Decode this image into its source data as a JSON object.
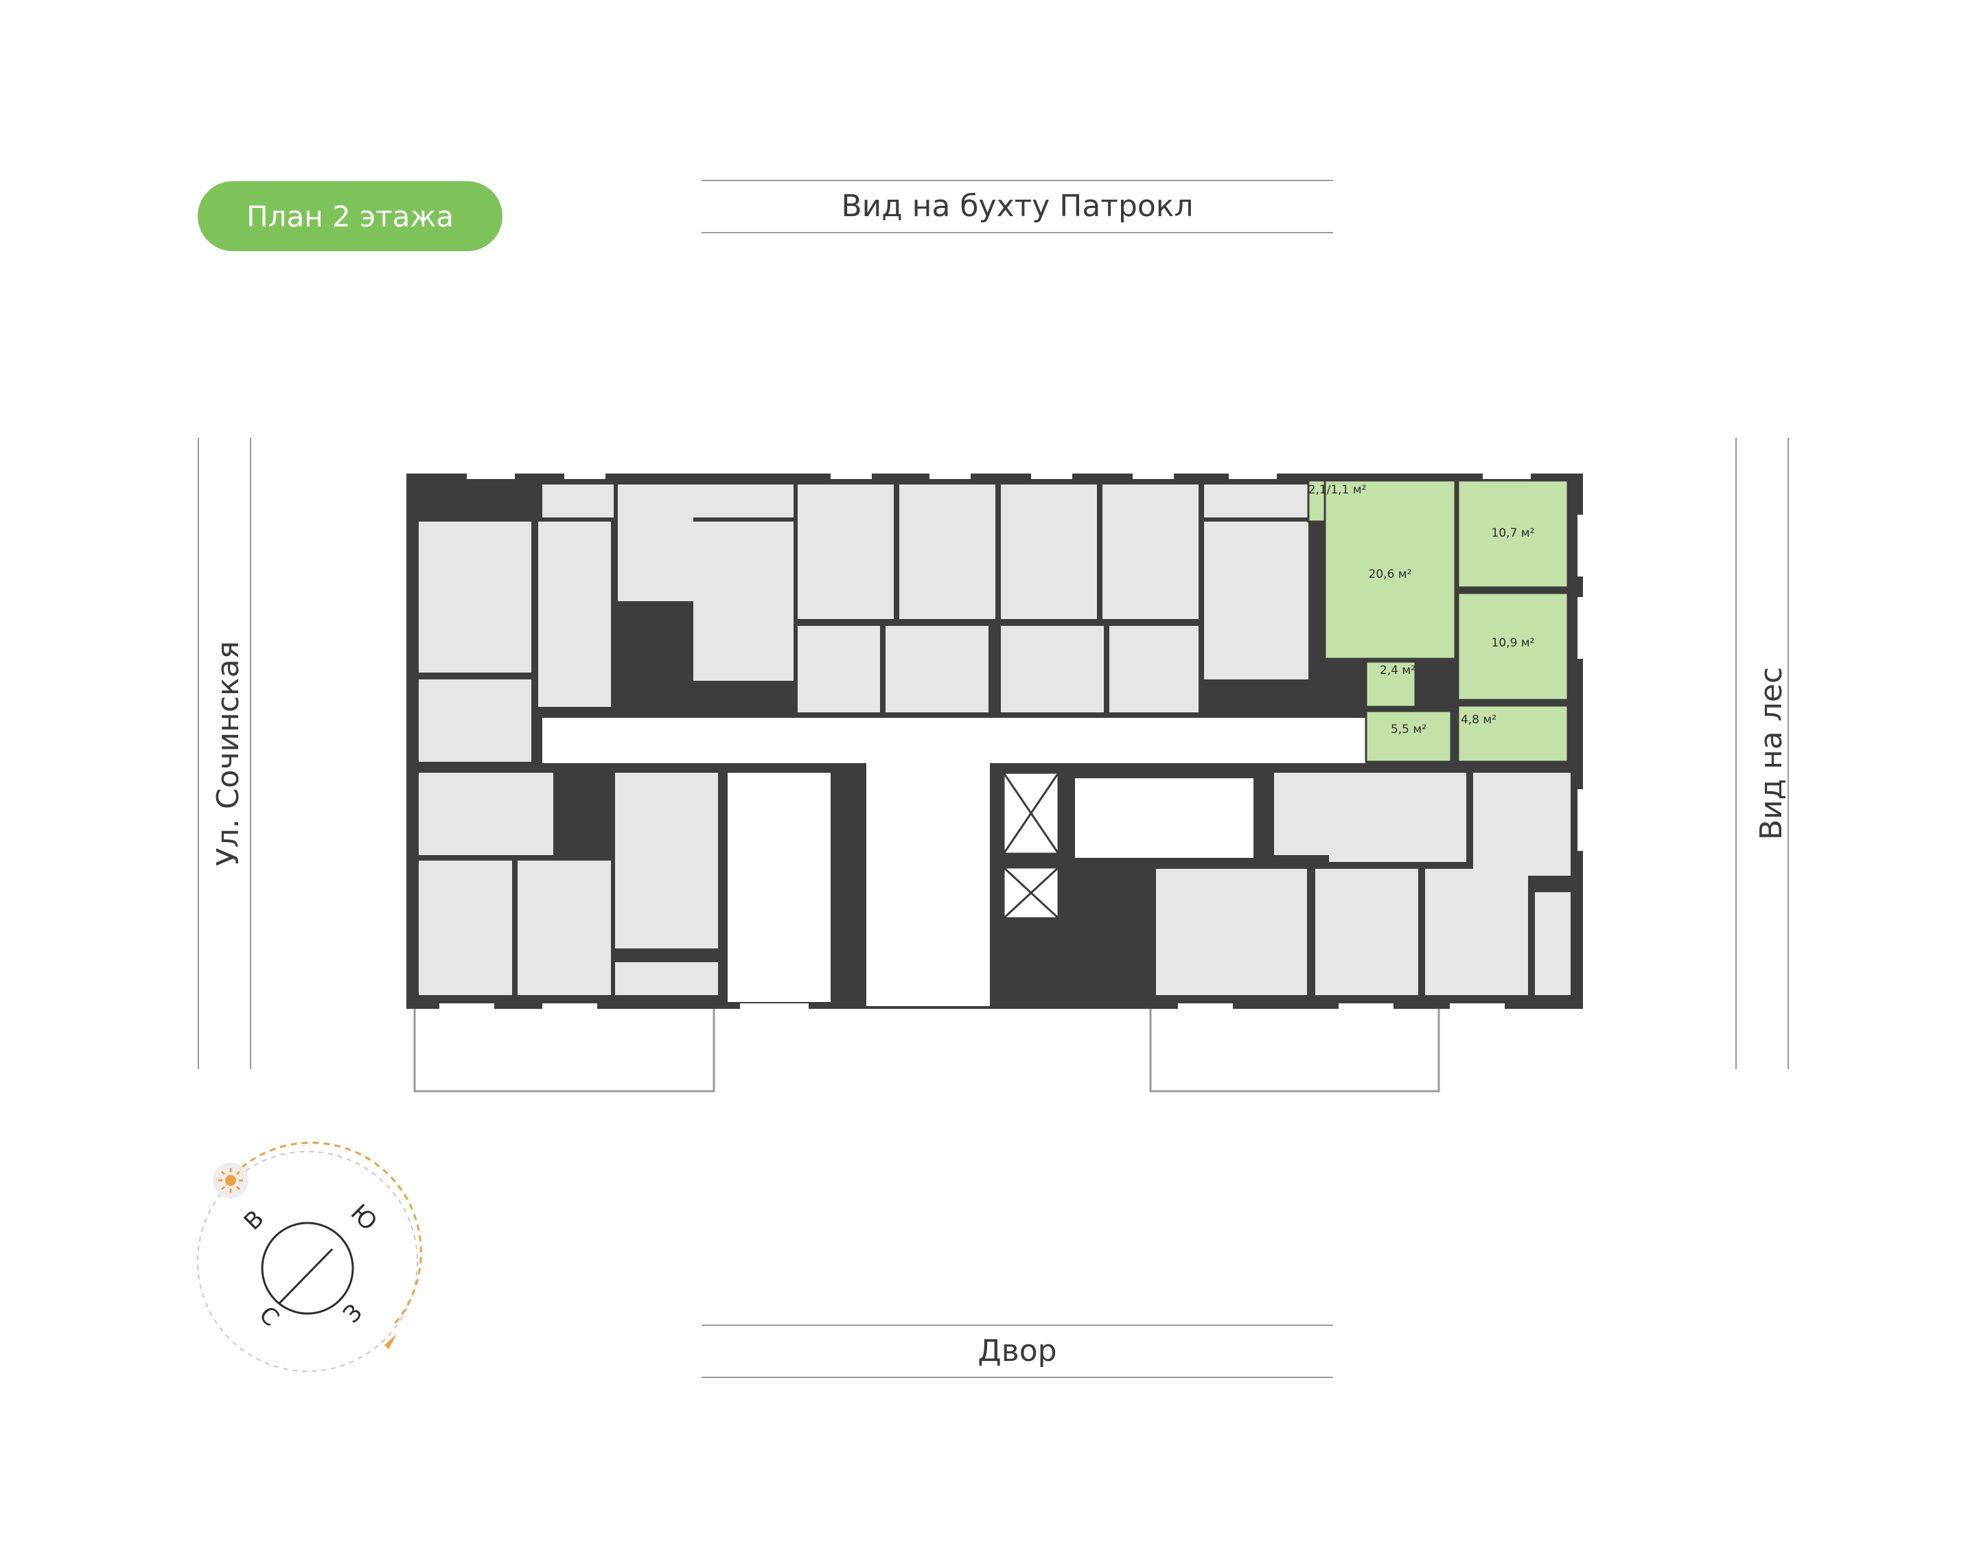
{
  "floor_badge": "План 2 этажа",
  "views": {
    "top": "Вид на бухту Патрокл",
    "bottom": "Двор",
    "left": "Ул. Сочинская",
    "right": "Вид на лес"
  },
  "compass": {
    "east": "В",
    "south": "Ю",
    "north": "С",
    "west": "З"
  },
  "highlighted_apartment": {
    "color": "#c4e2a8",
    "rooms": [
      {
        "area": "2,1/1,1 м²"
      },
      {
        "area": "20,6 м²"
      },
      {
        "area": "10,7 м²"
      },
      {
        "area": "10,9 м²"
      },
      {
        "area": "2,4 м²"
      },
      {
        "area": "5,5 м²"
      },
      {
        "area": "4,8 м²"
      }
    ]
  },
  "colors": {
    "badge": "#7dc35a",
    "walls": "#3d3d3d",
    "rooms": "#e6e6e6",
    "highlight": "#c4e2a8",
    "sun_path": "#f0a040"
  }
}
